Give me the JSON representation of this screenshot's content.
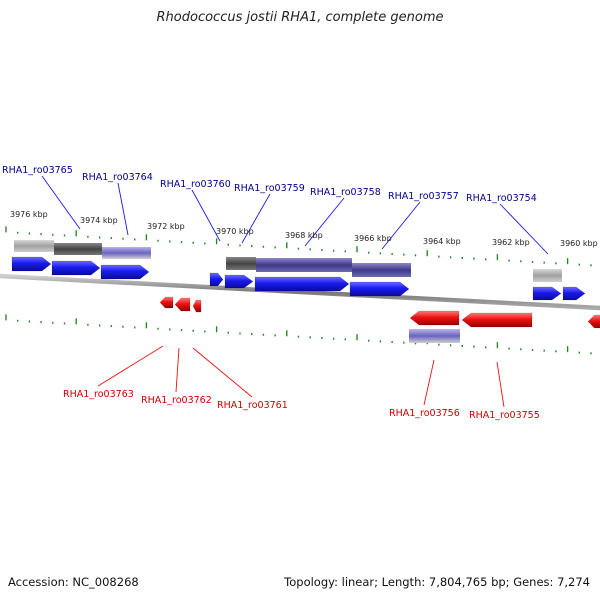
{
  "title": "Rhodococcus jostii RHA1, complete genome",
  "footer": {
    "accession": "Accession: NC_008268",
    "summary": "Topology: linear; Length: 7,804,765 bp; Genes: 7,274"
  },
  "colors": {
    "forward_gene": "#1a1aee",
    "reverse_gene": "#ee1111",
    "forward_label": "#00008b",
    "reverse_label": "#cc0000",
    "tick": "#2a8a2a",
    "backbone": "#888888"
  },
  "ruler_labels": [
    "3976 kbp",
    "3974 kbp",
    "3972 kbp",
    "3970 kbp",
    "3968 kbp",
    "3966 kbp",
    "3964 kbp",
    "3962 kbp",
    "3960 kbp"
  ],
  "forward_genes": [
    "RHA1_ro03765",
    "RHA1_ro03764",
    "RHA1_ro03760",
    "RHA1_ro03759",
    "RHA1_ro03758",
    "RHA1_ro03757",
    "RHA1_ro03754"
  ],
  "reverse_genes": [
    "RHA1_ro03763",
    "RHA1_ro03762",
    "RHA1_ro03761",
    "RHA1_ro03756",
    "RHA1_ro03755"
  ]
}
